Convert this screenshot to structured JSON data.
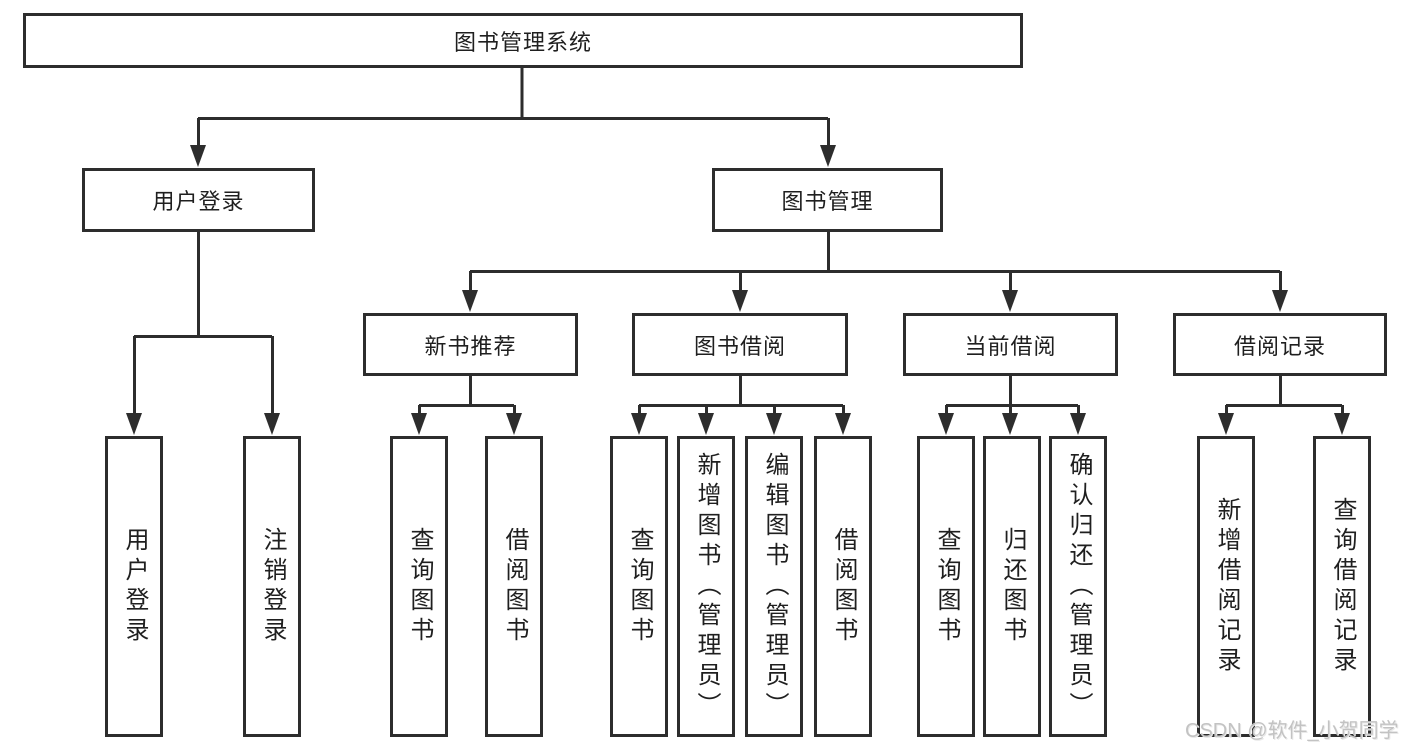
{
  "diagram": {
    "title_node": "图书管理系统",
    "tree": {
      "label": "图书管理系统",
      "children": [
        {
          "label": "用户登录",
          "children": [
            {
              "label": "用户登录"
            },
            {
              "label": "注销登录"
            }
          ]
        },
        {
          "label": "图书管理",
          "children": [
            {
              "label": "新书推荐",
              "children": [
                {
                  "label": "查询图书"
                },
                {
                  "label": "借阅图书"
                }
              ]
            },
            {
              "label": "图书借阅",
              "children": [
                {
                  "label": "查询图书"
                },
                {
                  "label": "新增图书（管理员）"
                },
                {
                  "label": "编辑图书（管理员）"
                },
                {
                  "label": "借阅图书"
                }
              ]
            },
            {
              "label": "当前借阅",
              "children": [
                {
                  "label": "查询图书"
                },
                {
                  "label": "归还图书"
                },
                {
                  "label": "确认归还（管理员）"
                }
              ]
            },
            {
              "label": "借阅记录",
              "children": [
                {
                  "label": "新增借阅记录"
                },
                {
                  "label": "查询借阅记录"
                }
              ]
            }
          ]
        }
      ]
    },
    "colors": {
      "line": "#2d2d2d",
      "text": "#1f1f1f",
      "background": "#ffffff",
      "watermark": "#c3c3c3"
    }
  },
  "watermark": "CSDN @软件_小贺同学"
}
